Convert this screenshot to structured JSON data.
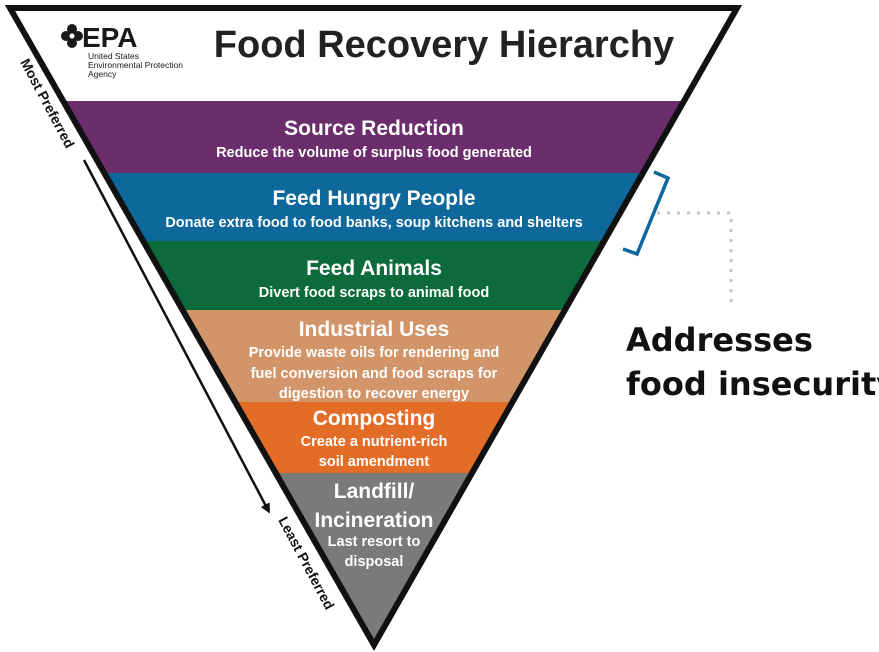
{
  "logo": {
    "wordmark": "EPA",
    "agency_lines": [
      "United States",
      "Environmental Protection",
      "Agency"
    ]
  },
  "title": "Food Recovery Hierarchy",
  "preference": {
    "top": "Most Preferred",
    "bottom": "Least Preferred"
  },
  "tiers": [
    {
      "title": [
        "Source Reduction"
      ],
      "desc": [
        "Reduce the volume of surplus food generated"
      ],
      "color": "#6b2d6b"
    },
    {
      "title": [
        "Feed Hungry People"
      ],
      "desc": [
        "Donate extra food to food banks, soup kitchens and shelters"
      ],
      "color": "#0e689b"
    },
    {
      "title": [
        "Feed Animals"
      ],
      "desc": [
        "Divert food scraps to animal food"
      ],
      "color": "#0d6a3a"
    },
    {
      "title": [
        "Industrial Uses"
      ],
      "desc": [
        "Provide waste oils for rendering and",
        "fuel conversion and food scraps for",
        "digestion to recover energy"
      ],
      "color": "#d2956a"
    },
    {
      "title": [
        "Composting"
      ],
      "desc": [
        "Create a nutrient-rich",
        "soil amendment"
      ],
      "color": "#e36d27"
    },
    {
      "title": [
        "Landfill/",
        "Incineration"
      ],
      "desc": [
        "Last resort to",
        "disposal"
      ],
      "color": "#7a7a7a"
    }
  ],
  "callout": {
    "lines": [
      "Addresses",
      "food insecurity"
    ],
    "bracket_color": "#0e689b",
    "dots_color": "#c7c7c7"
  }
}
